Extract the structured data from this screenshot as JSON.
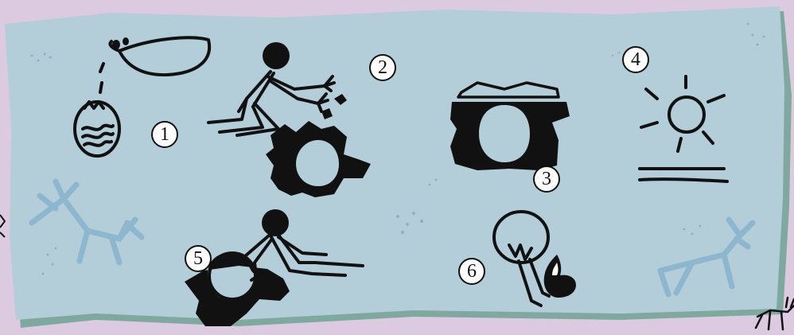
{
  "colors": {
    "page_background": "#dccbe0",
    "slab": "#b3cdd9",
    "slab_edge": "#7fa99f",
    "ink": "#111111",
    "faded_figures": "#8db6cf",
    "badge_fill": "#ffffff"
  },
  "steps": [
    {
      "number": "1",
      "icon": "pouring-water-into-pot-icon"
    },
    {
      "number": "2",
      "icon": "person-kneeling-crumbling-clay-icon"
    },
    {
      "number": "3",
      "icon": "covered-pit-kiln-icon"
    },
    {
      "number": "4",
      "icon": "sun-over-horizon-icon"
    },
    {
      "number": "5",
      "icon": "person-lifting-pot-from-pit-icon"
    },
    {
      "number": "6",
      "icon": "hand-holding-pot-over-fire-icon"
    }
  ],
  "decorations": [
    "faded-reindeer-left-icon",
    "faded-reindeer-right-icon",
    "corner-reindeer-icon"
  ]
}
